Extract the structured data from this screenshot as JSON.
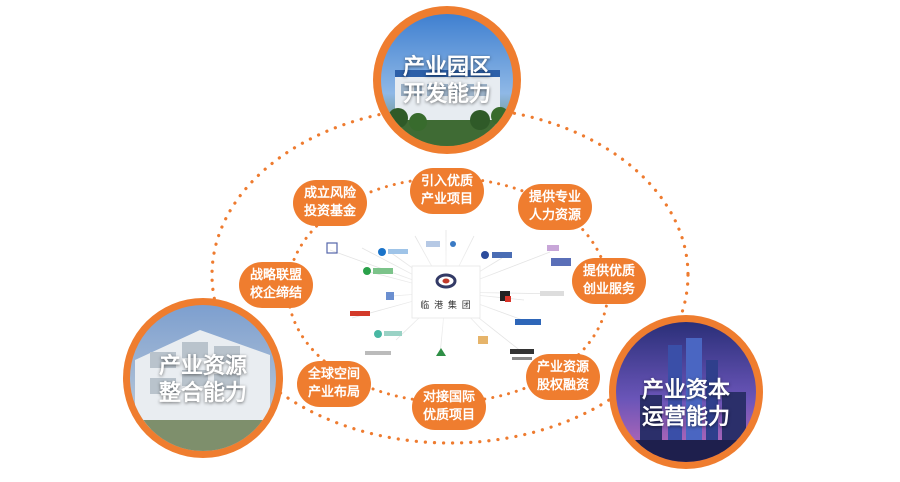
{
  "diagram": {
    "accent": "#ee7b2f",
    "big_nodes": {
      "park_development": [
        "产业园区",
        "开发能力"
      ],
      "resource_integration": [
        "产业资源",
        "整合能力"
      ],
      "capital_operation": [
        "产业资本",
        "运营能力"
      ]
    },
    "service_nodes": [
      {
        "id": "intro-quality-projects",
        "lines": [
          "引入优质",
          "产业项目"
        ]
      },
      {
        "id": "professional-talent",
        "lines": [
          "提供专业",
          "人力资源"
        ]
      },
      {
        "id": "startup-services",
        "lines": [
          "提供优质",
          "创业服务"
        ]
      },
      {
        "id": "equity-financing",
        "lines": [
          "产业资源",
          "股权融资"
        ]
      },
      {
        "id": "international-projects",
        "lines": [
          "对接国际",
          "优质项目"
        ]
      },
      {
        "id": "global-layout",
        "lines": [
          "全球空间",
          "产业布局"
        ]
      },
      {
        "id": "strategic-alliance",
        "lines": [
          "战略联盟",
          "校企缔结"
        ]
      },
      {
        "id": "venture-fund",
        "lines": [
          "成立风险",
          "投资基金"
        ]
      }
    ],
    "center_logo_text": "临 港 集 团"
  }
}
